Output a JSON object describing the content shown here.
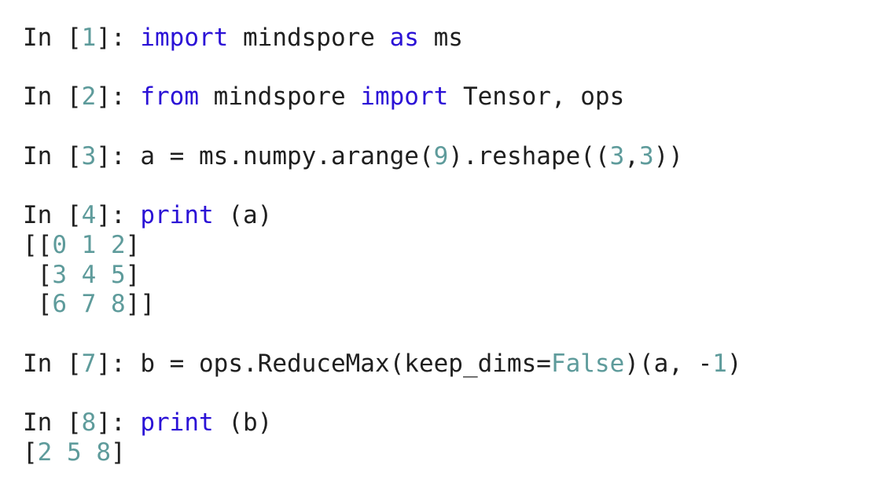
{
  "console": {
    "in_label": "In ",
    "colon": ": ",
    "cells": [
      {
        "number": "1",
        "tokens": [
          {
            "t": "import",
            "k": "kw"
          },
          {
            "t": " mindspore ",
            "k": "txt"
          },
          {
            "t": "as",
            "k": "kw"
          },
          {
            "t": " ms",
            "k": "txt"
          }
        ]
      },
      {
        "number": "2",
        "tokens": [
          {
            "t": "from",
            "k": "kw"
          },
          {
            "t": " mindspore ",
            "k": "txt"
          },
          {
            "t": "import",
            "k": "kw"
          },
          {
            "t": " Tensor, ops",
            "k": "txt"
          }
        ]
      },
      {
        "number": "3",
        "tokens": [
          {
            "t": "a = ms.numpy.arange(",
            "k": "txt"
          },
          {
            "t": "9",
            "k": "num"
          },
          {
            "t": ").reshape((",
            "k": "txt"
          },
          {
            "t": "3",
            "k": "num"
          },
          {
            "t": ",",
            "k": "txt"
          },
          {
            "t": "3",
            "k": "num"
          },
          {
            "t": "))",
            "k": "txt"
          }
        ]
      },
      {
        "number": "4",
        "tokens": [
          {
            "t": "print",
            "k": "kw"
          },
          {
            "t": " (a)",
            "k": "txt"
          }
        ],
        "output": [
          [
            {
              "t": "[[",
              "k": "txt"
            },
            {
              "t": "0 1 2",
              "k": "num"
            },
            {
              "t": "]",
              "k": "txt"
            }
          ],
          [
            {
              "t": " [",
              "k": "txt"
            },
            {
              "t": "3 4 5",
              "k": "num"
            },
            {
              "t": "]",
              "k": "txt"
            }
          ],
          [
            {
              "t": " [",
              "k": "txt"
            },
            {
              "t": "6 7 8",
              "k": "num"
            },
            {
              "t": "]]",
              "k": "txt"
            }
          ]
        ]
      },
      {
        "number": "7",
        "tokens": [
          {
            "t": "b = ops.ReduceMax(keep_dims=",
            "k": "txt"
          },
          {
            "t": "False",
            "k": "num"
          },
          {
            "t": ")(a, -",
            "k": "txt"
          },
          {
            "t": "1",
            "k": "num"
          },
          {
            "t": ")",
            "k": "txt"
          }
        ]
      },
      {
        "number": "8",
        "tokens": [
          {
            "t": "print",
            "k": "kw"
          },
          {
            "t": " (b)",
            "k": "txt"
          }
        ],
        "output": [
          [
            {
              "t": "[",
              "k": "txt"
            },
            {
              "t": "2 5 8",
              "k": "num"
            },
            {
              "t": "]",
              "k": "txt"
            }
          ]
        ]
      }
    ]
  },
  "colors": {
    "keyword": "#2b12d6",
    "number": "#5e9b9b",
    "text": "#1f1f1f",
    "background": "#ffffff"
  }
}
